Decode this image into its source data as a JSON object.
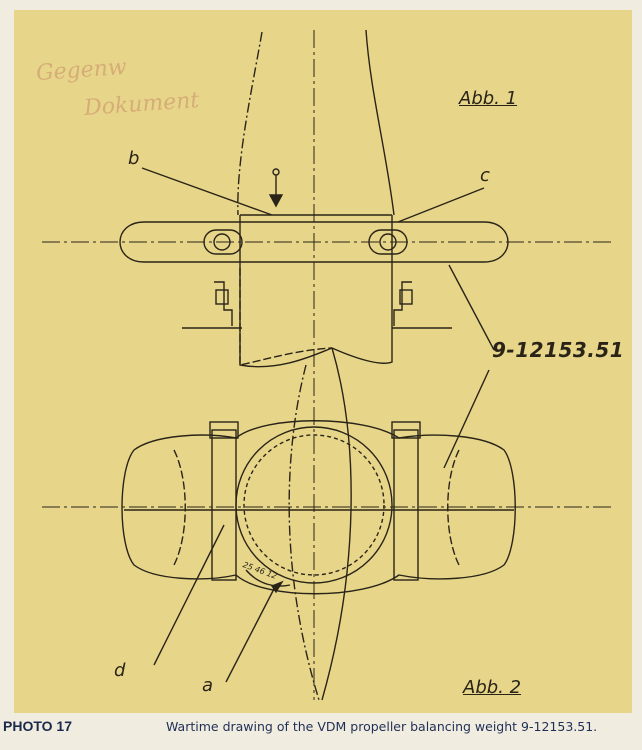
{
  "stamp": {
    "line1": "Gegenw",
    "line2": "Dokument"
  },
  "drawing": {
    "fig1_label": "Abb. 1",
    "fig2_label": "Abb. 2",
    "label_a": "a",
    "label_b": "b",
    "label_c": "c",
    "label_d": "d",
    "part_number": "9-12153.51",
    "dimension_mark": "25 46 12"
  },
  "caption": {
    "label": "PHOTO 17",
    "text": "Wartime drawing of the VDM propeller balancing weight 9-12153.51."
  },
  "colors": {
    "paper": "#e7d68a",
    "ink": "#2a2418",
    "caption_ink": "#1f2f55",
    "stamp": "#c98a68"
  }
}
